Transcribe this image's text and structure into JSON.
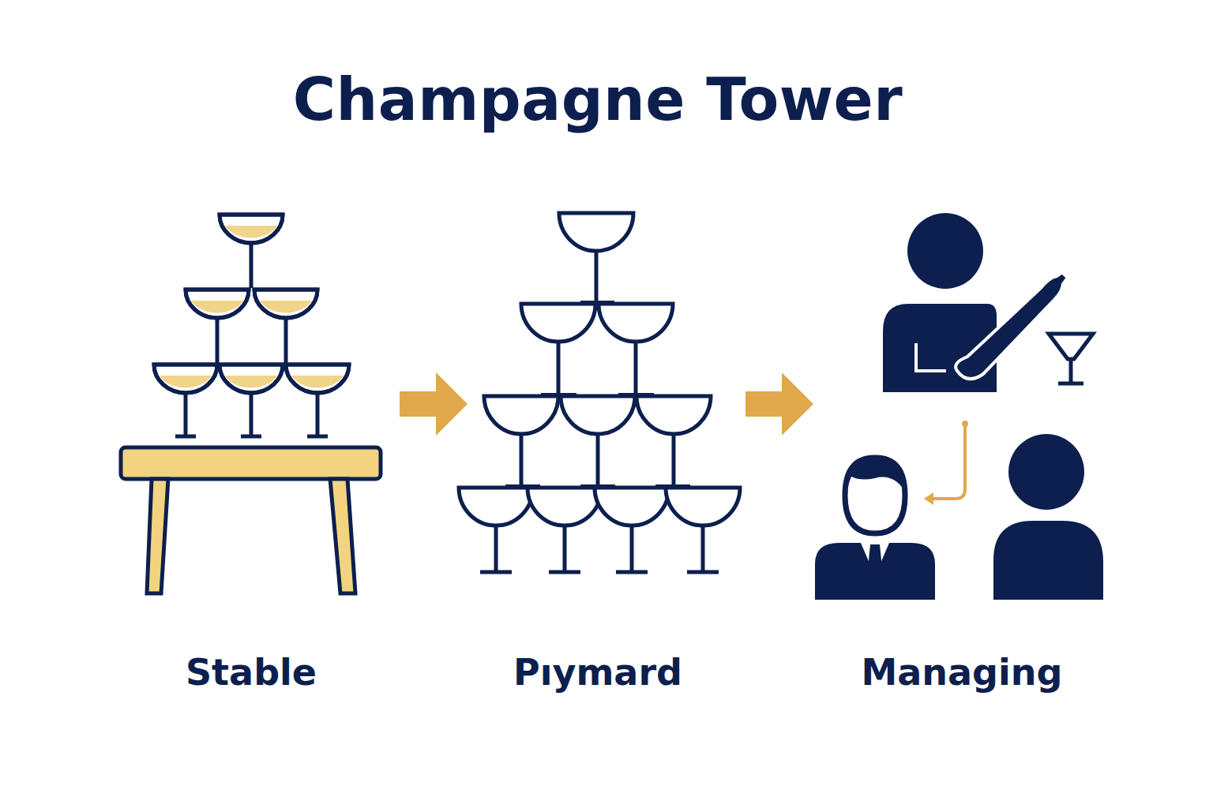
{
  "diagram": {
    "title": "Champagne Tower",
    "labels": [
      "Stable",
      "Pıymard",
      "Managing"
    ]
  }
}
